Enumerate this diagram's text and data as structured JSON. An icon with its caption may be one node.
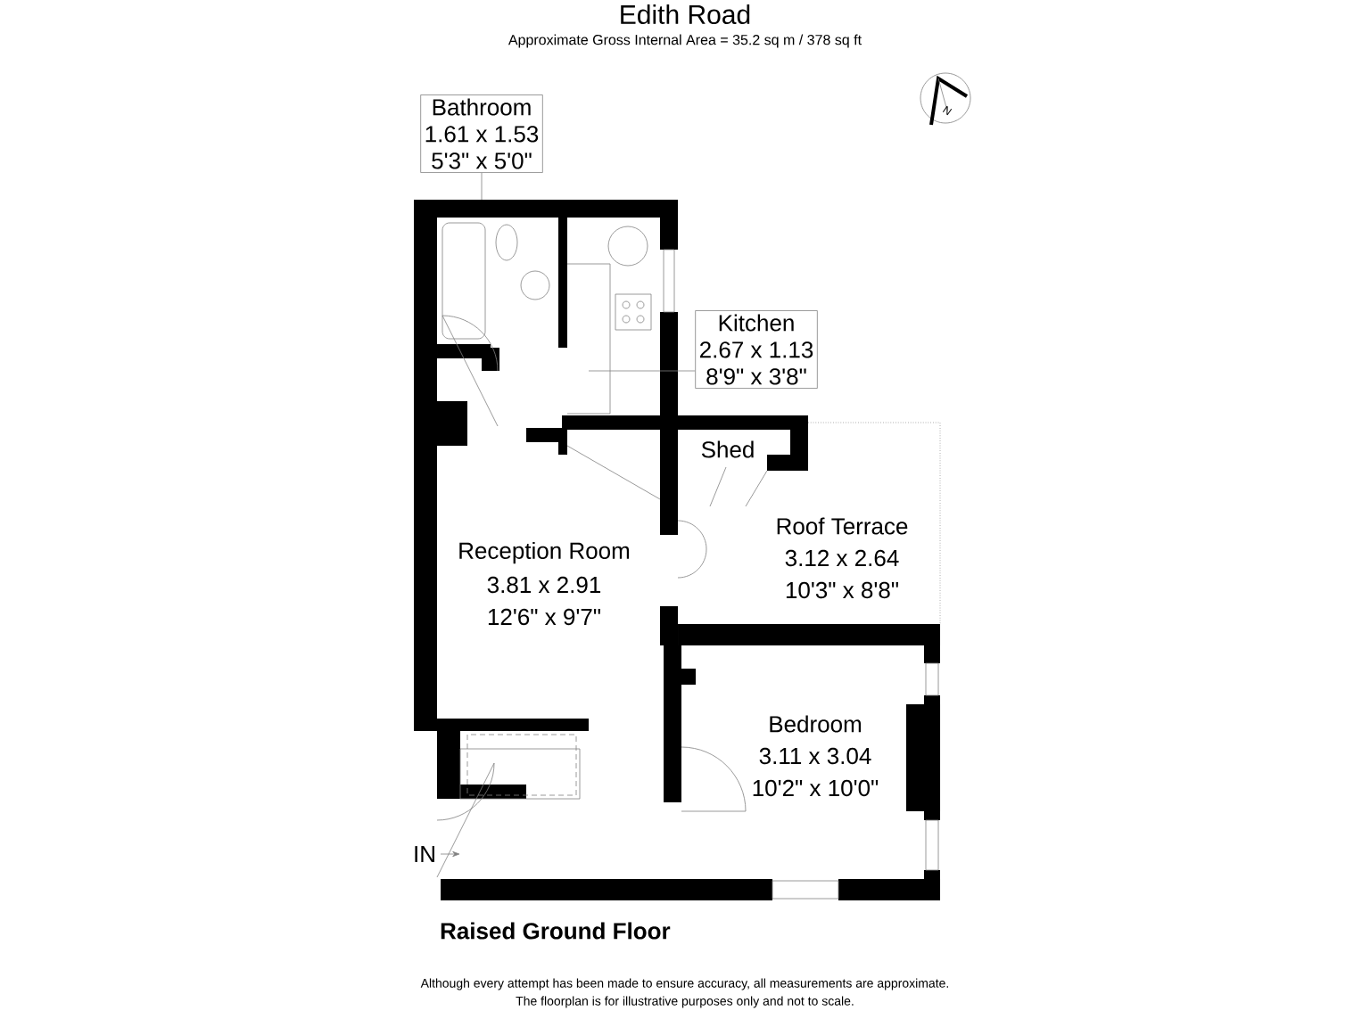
{
  "diagram": {
    "title": "Edith Road",
    "caption": "Raised Ground Floor",
    "nodes": [
      {
        "text": [
          "Bathroom",
          "1.61 x 1.53",
          "5'3\" x 5'0\""
        ]
      },
      {
        "text": [
          "Kitchen",
          "2.67 x 1.13",
          "8'9\" x 3'8\""
        ]
      }
    ],
    "edges": [
      {
        "from": 0,
        "to": null,
        "arrow": "none"
      },
      {
        "from": 1,
        "to": null,
        "arrow": "none"
      }
    ],
    "labels": [
      "Approximate Gross Internal Area = 35.2 sq m / 378 sq ft",
      "N",
      "Shed",
      "Roof Terrace",
      "3.12 x 2.64",
      "10'3\" x 8'8\"",
      "Reception Room",
      "3.81 x 2.91",
      "12'6\" x 9'7\"",
      "Bedroom",
      "3.11 x 3.04",
      "10'2\" x 10'0\"",
      "IN",
      "Although every attempt has been made to ensure accuracy, all measurements are approximate.",
      "The floorplan is for illustrative purposes only and not to scale."
    ]
  }
}
